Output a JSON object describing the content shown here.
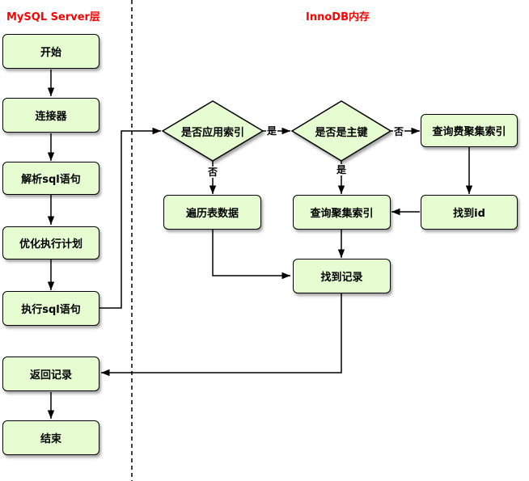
{
  "lanes": {
    "left": "MySQL Server层",
    "right": "InnoDB内存"
  },
  "nodes": {
    "start": "开始",
    "connector": "连接器",
    "parse": "解析sql语句",
    "optimize": "优化执行计划",
    "execute": "执行sql语句",
    "return": "返回记录",
    "end": "结束",
    "use_index": "是否应用索引",
    "is_primary": "是否是主键",
    "query_secondary": "查询费聚集索引",
    "traverse": "遍历表数据",
    "query_clustered": "查询聚集索引",
    "find_id": "找到id",
    "find_record": "找到记录"
  },
  "edges": {
    "yes": "是",
    "no": "否"
  },
  "colors": {
    "node_fill": "#e6fdd1",
    "lane_title": "#ff0000"
  }
}
